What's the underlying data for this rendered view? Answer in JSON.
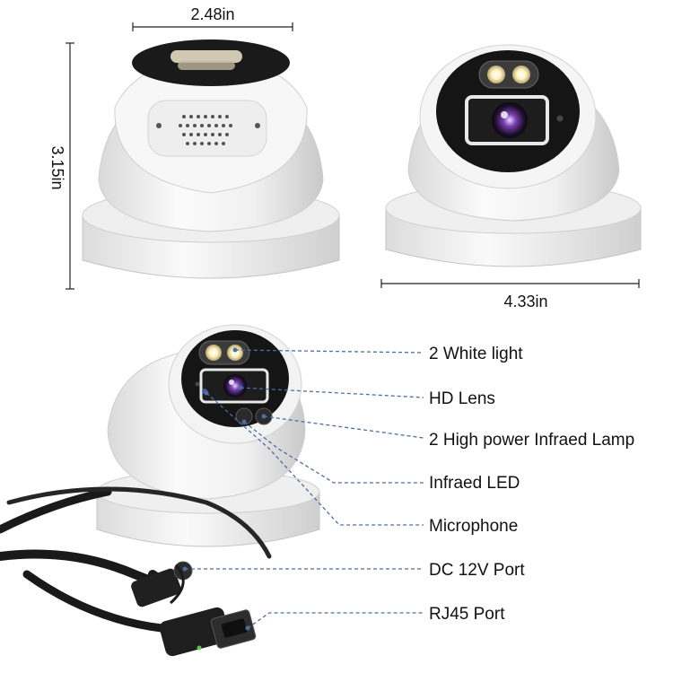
{
  "dimensions": {
    "width": "2.48in",
    "height": "3.15in",
    "depth": "4.33in"
  },
  "callouts": [
    {
      "id": "white-light",
      "label": "2 White light"
    },
    {
      "id": "hd-lens",
      "label": "HD Lens"
    },
    {
      "id": "ir-lamp",
      "label": "2 High power Infraed Lamp"
    },
    {
      "id": "ir-led",
      "label": "Infraed LED"
    },
    {
      "id": "microphone",
      "label": "Microphone"
    },
    {
      "id": "dc-port",
      "label": "DC 12V Port"
    },
    {
      "id": "rj45-port",
      "label": "RJ45 Port"
    }
  ],
  "colors": {
    "housing": "#f2f2f2",
    "housing_shadow": "#d6d6d6",
    "face": "#141414",
    "leader": "#4a6fa5",
    "dimension_line": "#222222",
    "cable": "#1a1a1a"
  }
}
